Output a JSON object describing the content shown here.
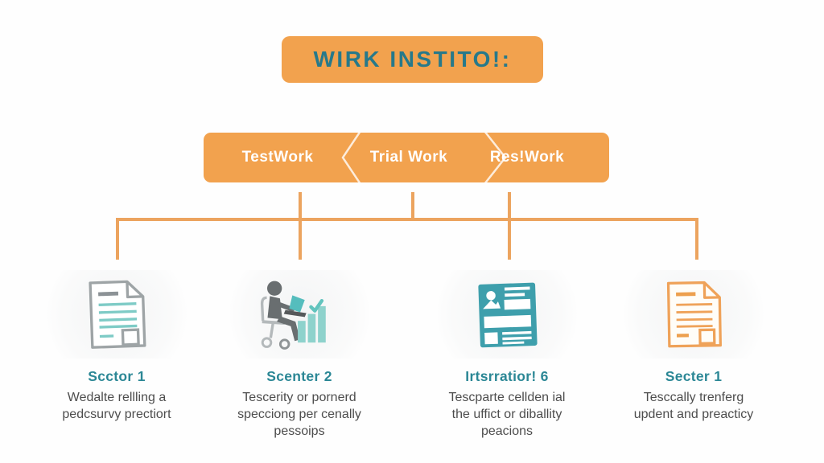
{
  "title": {
    "text": "WIRK INSTITO!:"
  },
  "process_bar": {
    "segments": [
      {
        "label": "TestWork"
      },
      {
        "label": "Trial Work"
      },
      {
        "label": "Res!Work"
      }
    ]
  },
  "columns": [
    {
      "icon": "document-teal-lines-icon",
      "heading": "Scctor 1",
      "description": [
        "Wedalte rellling a",
        "pedcsurvy prectiort"
      ]
    },
    {
      "icon": "person-working-chart-icon",
      "heading": "Scenter 2",
      "description": [
        "Tescerity or pornerd",
        "specciong per cenally",
        "pessoips"
      ]
    },
    {
      "icon": "profile-form-teal-icon",
      "heading": "Irtsrratior! 6",
      "description": [
        "Tescparte cellden ial",
        "the uffict or diballity",
        "peacions"
      ]
    },
    {
      "icon": "document-orange-lines-icon",
      "heading": "Secter 1",
      "description": [
        "Tesccally trenferg",
        "updent and preacticy"
      ]
    }
  ],
  "colors": {
    "orange_fill": "#F2A24E",
    "connector_orange": "#ECA45F",
    "title_teal": "#27798A",
    "heading_teal": "#2B8795",
    "body_gray": "#4D4D4D",
    "icon_teal_solid": "#3E9FAC",
    "icon_teal_line": "#7ECBC6",
    "icon_gray": "#9EA4A6",
    "person_gray": "#696E70",
    "bars_teal": "#8ED2CC",
    "segment_text": "#FFFFFF"
  }
}
